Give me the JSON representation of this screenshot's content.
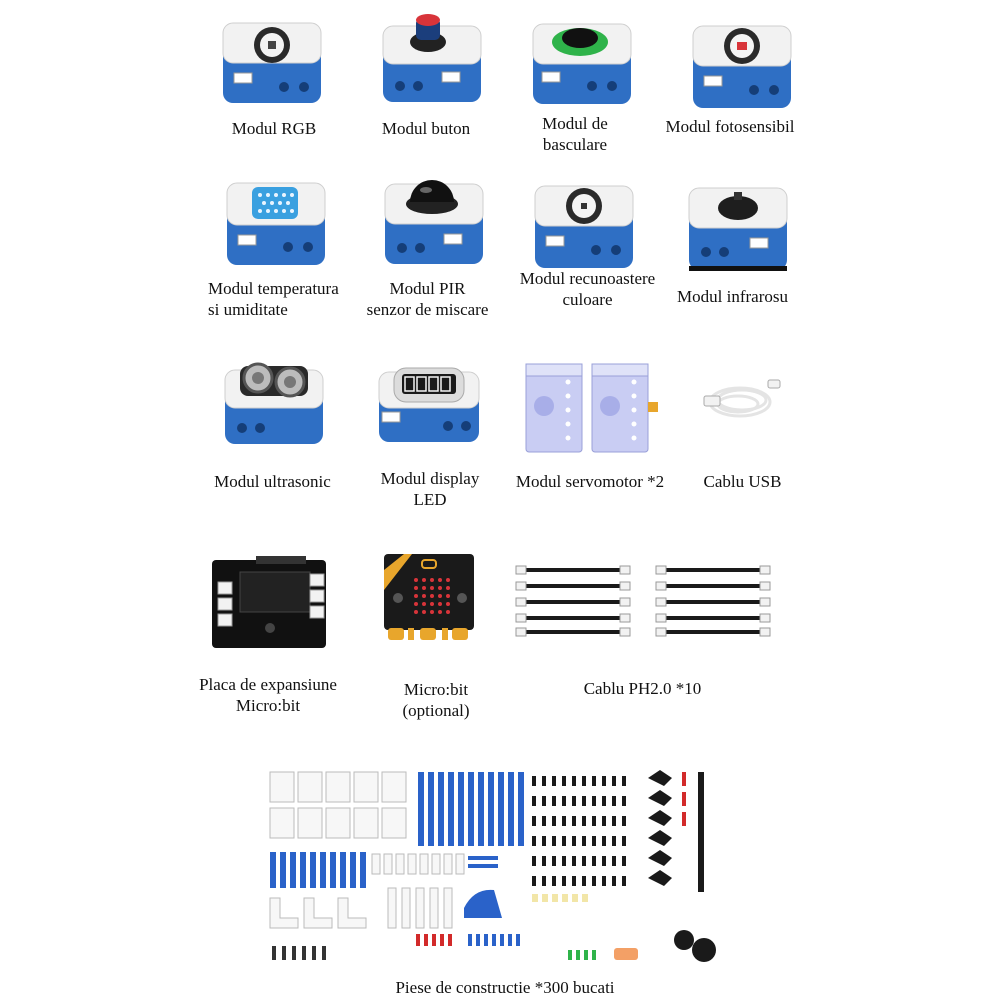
{
  "colors": {
    "module_blue": "#2f6fc4",
    "module_white": "#f2f2f2",
    "button_red": "#d8343a",
    "tilt_green": "#2fb34a",
    "sensor_blue": "#3aa0e0",
    "servo_lavender": "#c9cdf3",
    "cable_black": "#1a1a1a",
    "board_gold": "#e8a62c",
    "part_blue": "#2a62c9",
    "part_red": "#d22a2a",
    "part_orange": "#f3a066"
  },
  "items": {
    "rgb": {
      "label": "Modul RGB"
    },
    "button": {
      "label": "Modul buton"
    },
    "tilt": {
      "line1": "Modul de",
      "line2": "basculare"
    },
    "photo": {
      "label": "Modul fotosensibil"
    },
    "temp": {
      "line1": "Modul temperatura",
      "line2": "si umiditate"
    },
    "pir": {
      "line1": "Modul PIR",
      "line2": "senzor de miscare"
    },
    "color": {
      "line1": "Modul recunoastere",
      "line2": "culoare"
    },
    "ir": {
      "label": "Modul infrarosu"
    },
    "ultra": {
      "label": "Modul ultrasonic"
    },
    "display": {
      "line1": "Modul display",
      "line2": "LED"
    },
    "servo": {
      "label": "Modul servomotor *2"
    },
    "usb": {
      "label": "Cablu USB"
    },
    "expansion": {
      "line1": "Placa de expansiune",
      "line2": "Micro:bit"
    },
    "microbit": {
      "line1": "Micro:bit",
      "line2": "(optional)"
    },
    "ph": {
      "label": "Cablu PH2.0 *10"
    },
    "parts": {
      "label": "Piese de constructie *300 bucati"
    }
  }
}
